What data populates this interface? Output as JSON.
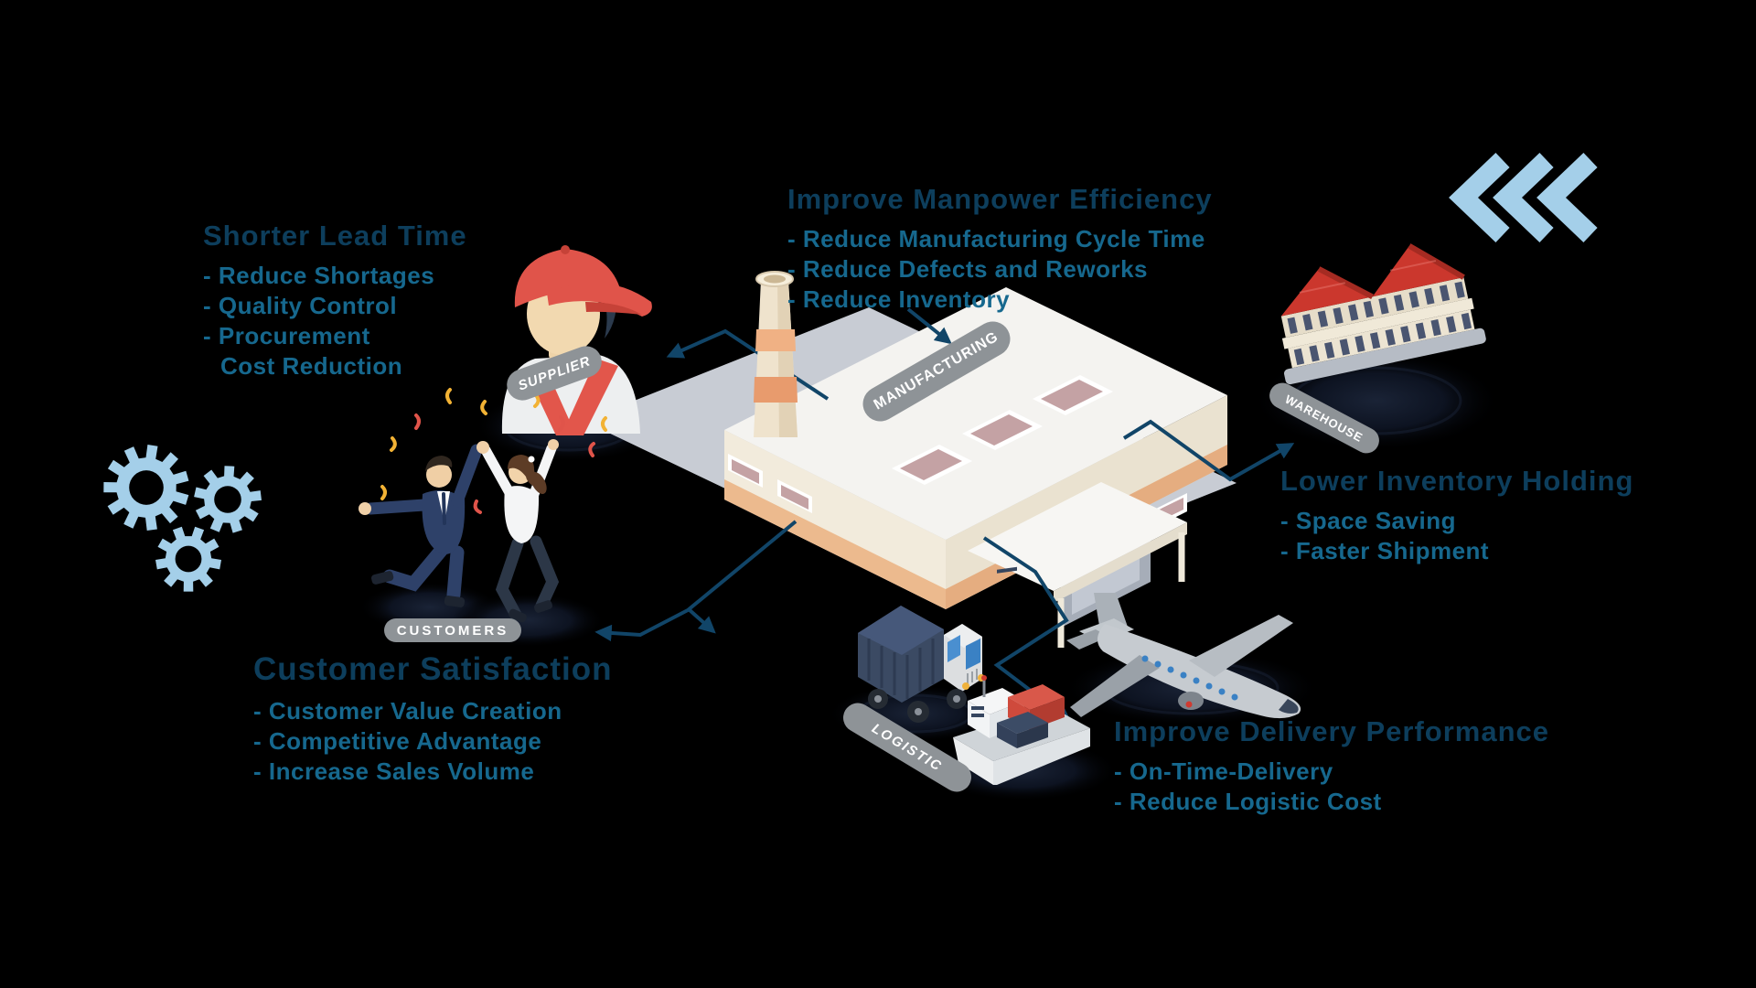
{
  "colors": {
    "background": "#000000",
    "heading": "#0d3e5c",
    "bullet": "#16688e",
    "icon_blue": "#a4cfe9",
    "connector": "#114568",
    "label_bg": "#8e9397",
    "label_text": "#ffffff"
  },
  "sections": {
    "lead_time": {
      "title": "Shorter Lead Time",
      "items": [
        "- Reduce Shortages",
        "- Quality Control",
        "- Procurement",
        "Cost Reduction"
      ]
    },
    "manpower": {
      "title": "Improve Manpower Efficiency",
      "items": [
        "- Reduce Manufacturing Cycle Time",
        "- Reduce Defects and Reworks",
        "- Reduce Inventory"
      ]
    },
    "inventory": {
      "title": "Lower Inventory Holding",
      "items": [
        "- Space Saving",
        "- Faster Shipment"
      ]
    },
    "customer": {
      "title": "Customer Satisfaction",
      "items": [
        "- Customer Value Creation",
        "- Competitive Advantage",
        "- Increase Sales Volume"
      ]
    },
    "delivery": {
      "title": "Improve Delivery Performance",
      "items": [
        "- On-Time-Delivery",
        "- Reduce Logistic Cost"
      ]
    }
  },
  "labels": {
    "supplier": "SUPPLIER",
    "customers": "CUSTOMERS",
    "manufacturing": "MANUFACTURING",
    "warehouse": "WAREHOUSE",
    "logistic": "LOGISTIC"
  }
}
